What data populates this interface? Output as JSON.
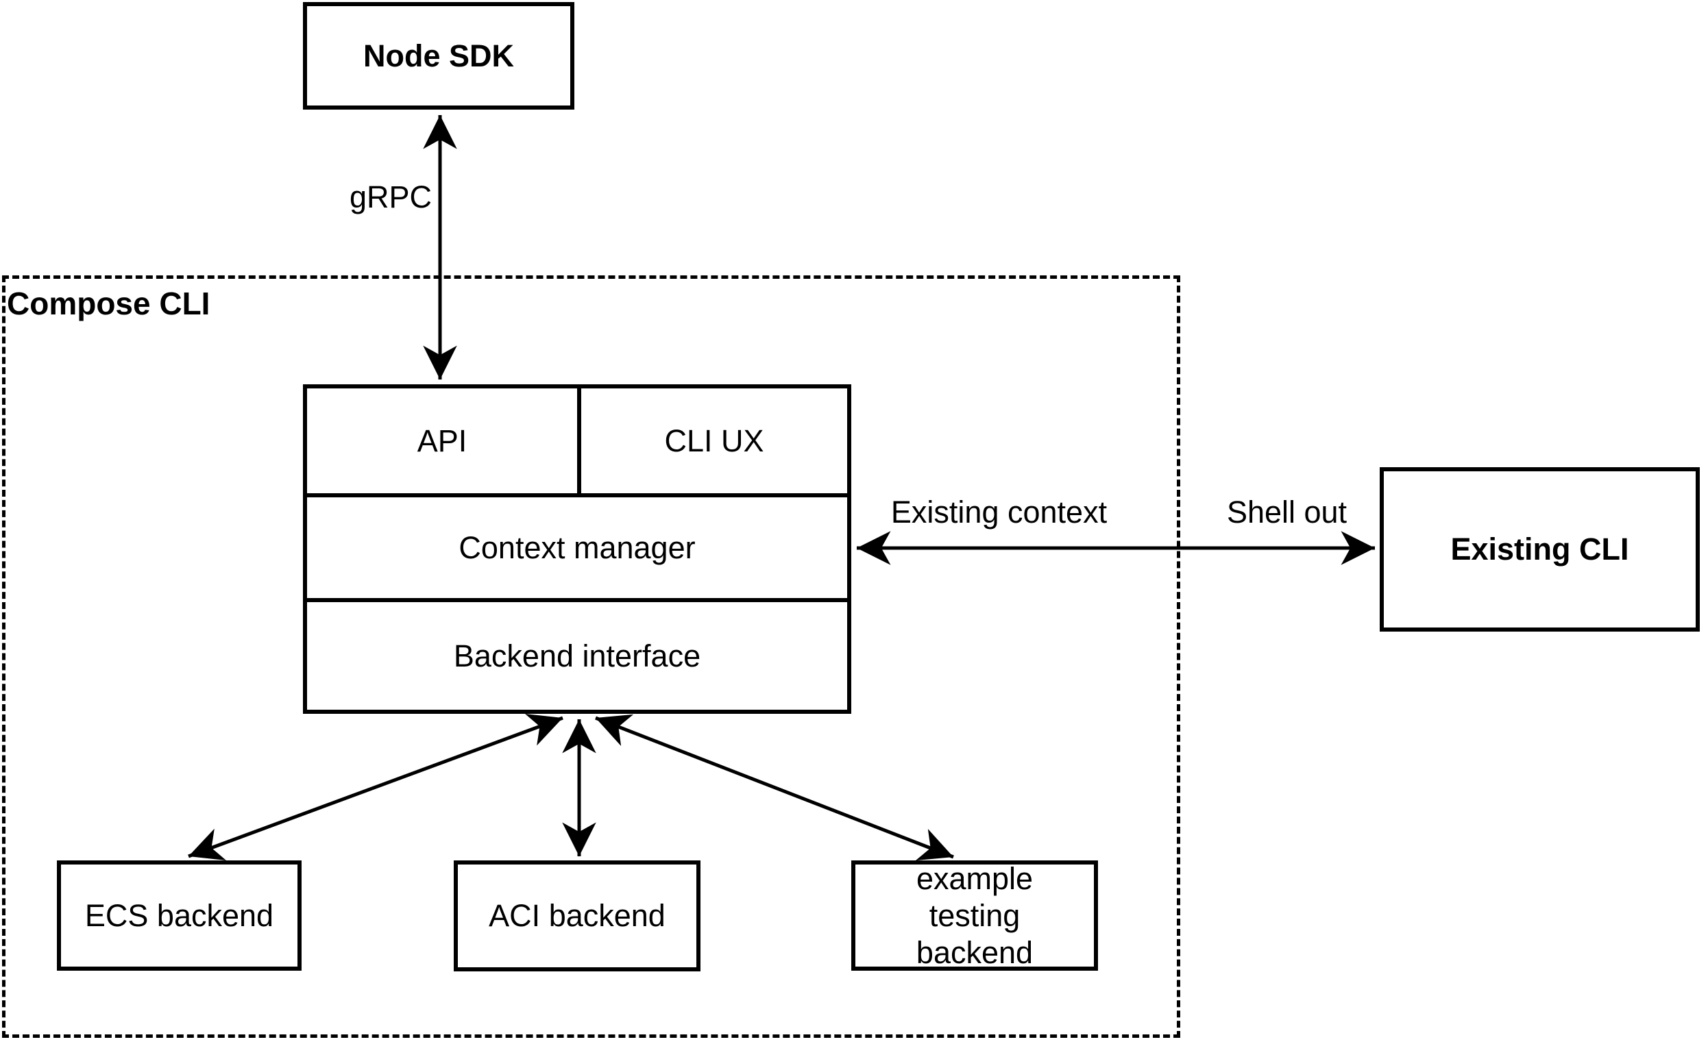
{
  "diagram": {
    "title_container": {
      "label": "Compose CLI"
    },
    "nodes": {
      "node_sdk": {
        "label": "Node SDK"
      },
      "api": {
        "label": "API"
      },
      "cli_ux": {
        "label": "CLI UX"
      },
      "context_manager": {
        "label": "Context manager"
      },
      "backend_interface": {
        "label": "Backend interface"
      },
      "existing_cli": {
        "label": "Existing CLI"
      },
      "ecs_backend": {
        "label": "ECS backend"
      },
      "aci_backend": {
        "label": "ACI backend"
      },
      "example_testing_backend": {
        "label": "example testing backend"
      }
    },
    "edge_labels": {
      "grpc": {
        "label": "gRPC"
      },
      "existing_context": {
        "label": "Existing context"
      },
      "shell_out": {
        "label": "Shell out"
      }
    },
    "colors": {
      "stroke": "#000000",
      "background": "#ffffff"
    }
  }
}
